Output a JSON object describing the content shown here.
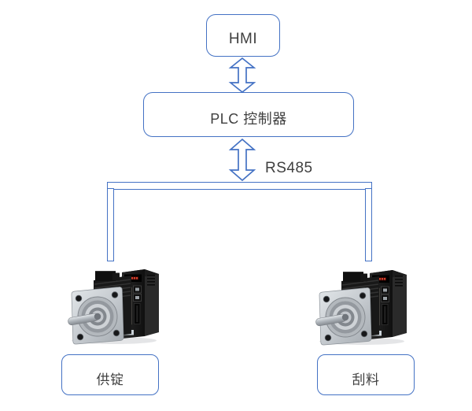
{
  "diagram": {
    "nodes": {
      "hmi": "HMI",
      "plc": "PLC 控制器",
      "left_device": "供锭",
      "right_device": "刮料"
    },
    "labels": {
      "bus": "RS485"
    },
    "icons": {
      "left_image": "servo-motor-with-drive",
      "right_image": "servo-motor-with-drive",
      "arrow_top": "double-headed-arrow",
      "arrow_bottom": "double-headed-arrow"
    },
    "colors": {
      "accent_blue": "#4472C4",
      "text": "#3F3F3F"
    }
  }
}
